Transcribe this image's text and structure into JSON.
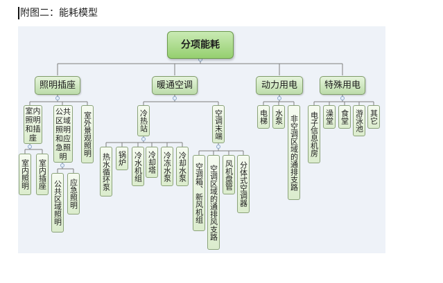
{
  "caption": "附图二：能耗模型",
  "root": "分项能耗",
  "branches": {
    "lighting": {
      "label": "照明插座",
      "children": [
        "室内照明和插座",
        "公共区域照明和应急照明",
        "室外景观照明"
      ],
      "grandchildren_a": [
        "室内照明",
        "室内插座"
      ],
      "grandchildren_b": [
        "公共区域照明",
        "应急照明"
      ]
    },
    "hvac": {
      "label": "暖通空调",
      "children": [
        "冷热站",
        "空调末端"
      ],
      "plant": [
        "热水循环泵",
        "锅炉",
        "冷水机组",
        "冷却塔",
        "冷冻水泵",
        "冷却水泵"
      ],
      "terminal": [
        "空调箱、新风机组",
        "空调区域的通排风支路",
        "风机盘管",
        "分体式空调器"
      ]
    },
    "power": {
      "label": "动力用电",
      "children": [
        "电梯",
        "水泵",
        "非空调区域的通排支路"
      ]
    },
    "special": {
      "label": "特殊用电",
      "children": [
        "电子信息机房",
        "澡堂",
        "食堂",
        "游泳池",
        "其它"
      ]
    }
  }
}
